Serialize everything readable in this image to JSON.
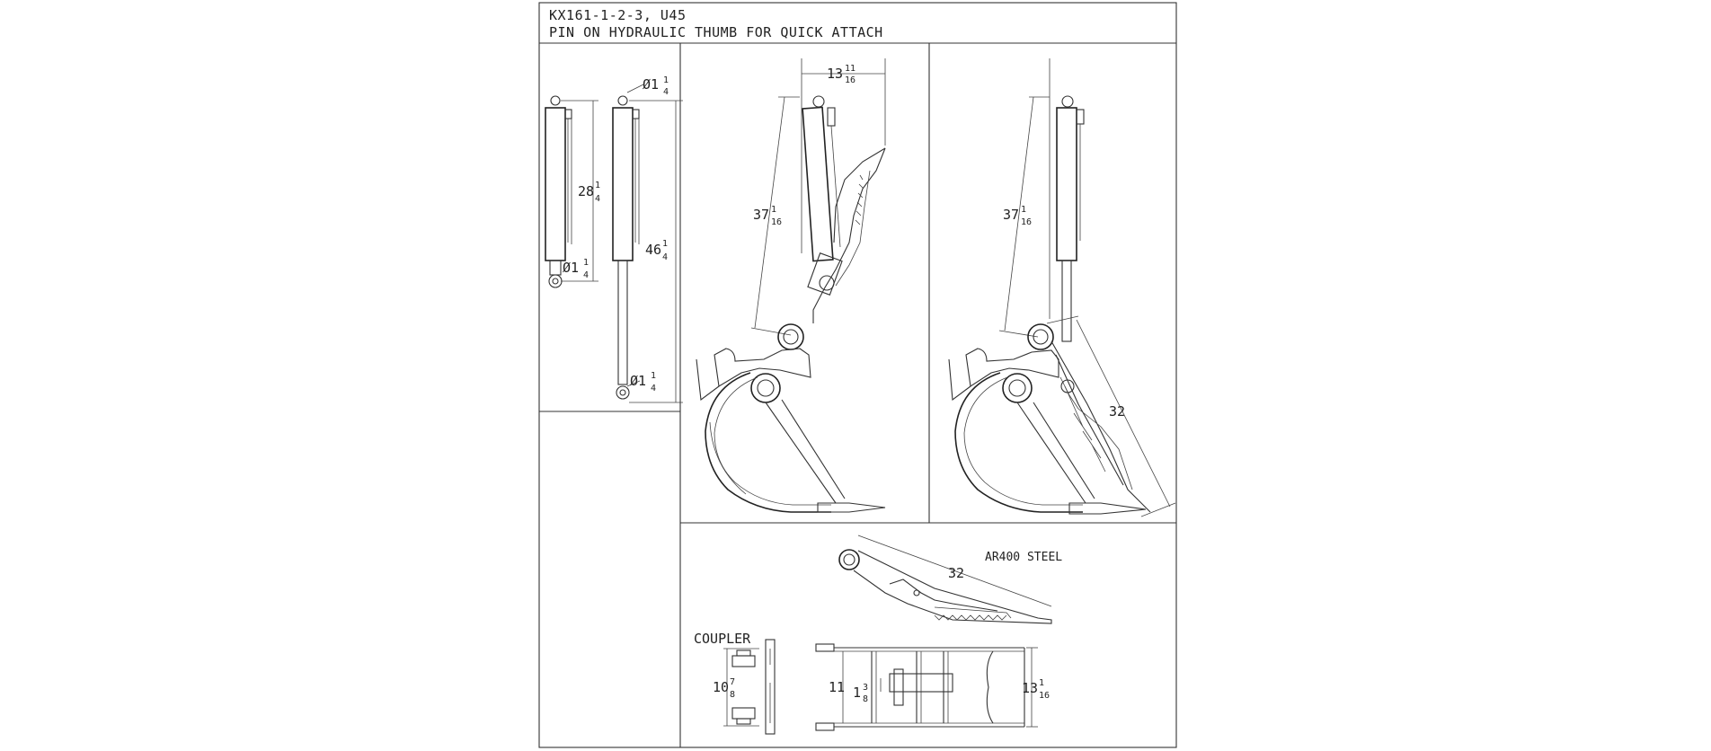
{
  "title": {
    "line1": "KX161-1-2-3, U45",
    "line2": "PIN ON HYDRAULIC THUMB FOR QUICK ATTACH"
  },
  "cylinders": {
    "retracted_length": "28",
    "retracted_frac": {
      "num": "1",
      "den": "4"
    },
    "extended_length": "46",
    "extended_frac": {
      "num": "1",
      "den": "4"
    },
    "pin_diameter": "Ø1",
    "pin_frac": {
      "num": "1",
      "den": "4"
    }
  },
  "closed_view": {
    "top_width": "13",
    "top_width_frac": {
      "num": "11",
      "den": "16"
    },
    "arm_length": "37",
    "arm_length_frac": {
      "num": "1",
      "den": "16"
    }
  },
  "open_view": {
    "arm_length": "37",
    "arm_length_frac": {
      "num": "1",
      "den": "16"
    },
    "thumb_length": "32"
  },
  "thumb_detail": {
    "length": "32",
    "material": "AR400 STEEL"
  },
  "coupler": {
    "label": "COUPLER",
    "height": "10",
    "height_frac": {
      "num": "7",
      "den": "8"
    }
  },
  "base_view": {
    "width": "11",
    "inner": "1",
    "inner_frac": {
      "num": "3",
      "den": "8"
    },
    "overall": "13",
    "overall_frac": {
      "num": "1",
      "den": "16"
    }
  }
}
